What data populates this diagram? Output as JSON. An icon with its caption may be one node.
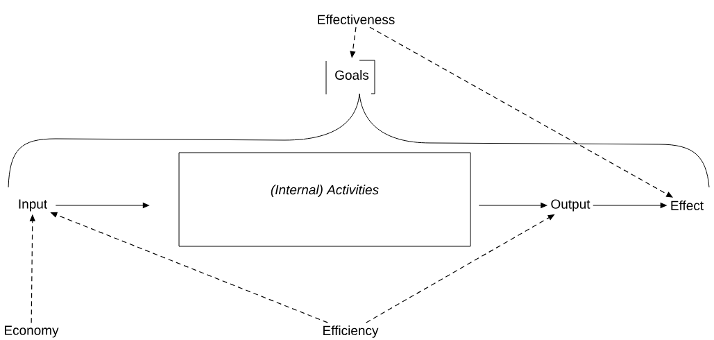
{
  "diagram": {
    "nodes": [
      {
        "text": [
          "Effectiveness"
        ]
      },
      {
        "text": [
          "Goals"
        ]
      },
      {
        "text": [
          "Input"
        ]
      },
      {
        "text": [
          "*(Internal) Activities*"
        ]
      },
      {
        "text": [
          "Output"
        ]
      },
      {
        "text": [
          "Effect"
        ]
      },
      {
        "text": [
          "Economy"
        ]
      },
      {
        "text": [
          "Efficiency"
        ]
      }
    ],
    "edges": [
      {
        "from": 0,
        "to": 1,
        "arrow": "to",
        "style": "dashed"
      },
      {
        "from": 0,
        "to": 5,
        "arrow": "to",
        "style": "dashed"
      },
      {
        "from": 2,
        "to": 3,
        "arrow": "to"
      },
      {
        "from": 3,
        "to": 4,
        "arrow": "to"
      },
      {
        "from": 4,
        "to": 5,
        "arrow": "to"
      },
      {
        "from": 7,
        "to": 2,
        "arrow": "to",
        "style": "dashed"
      },
      {
        "from": 7,
        "to": 4,
        "arrow": "to",
        "style": "dashed"
      },
      {
        "from": 6,
        "to": 2,
        "arrow": "to",
        "style": "dashed"
      }
    ]
  }
}
